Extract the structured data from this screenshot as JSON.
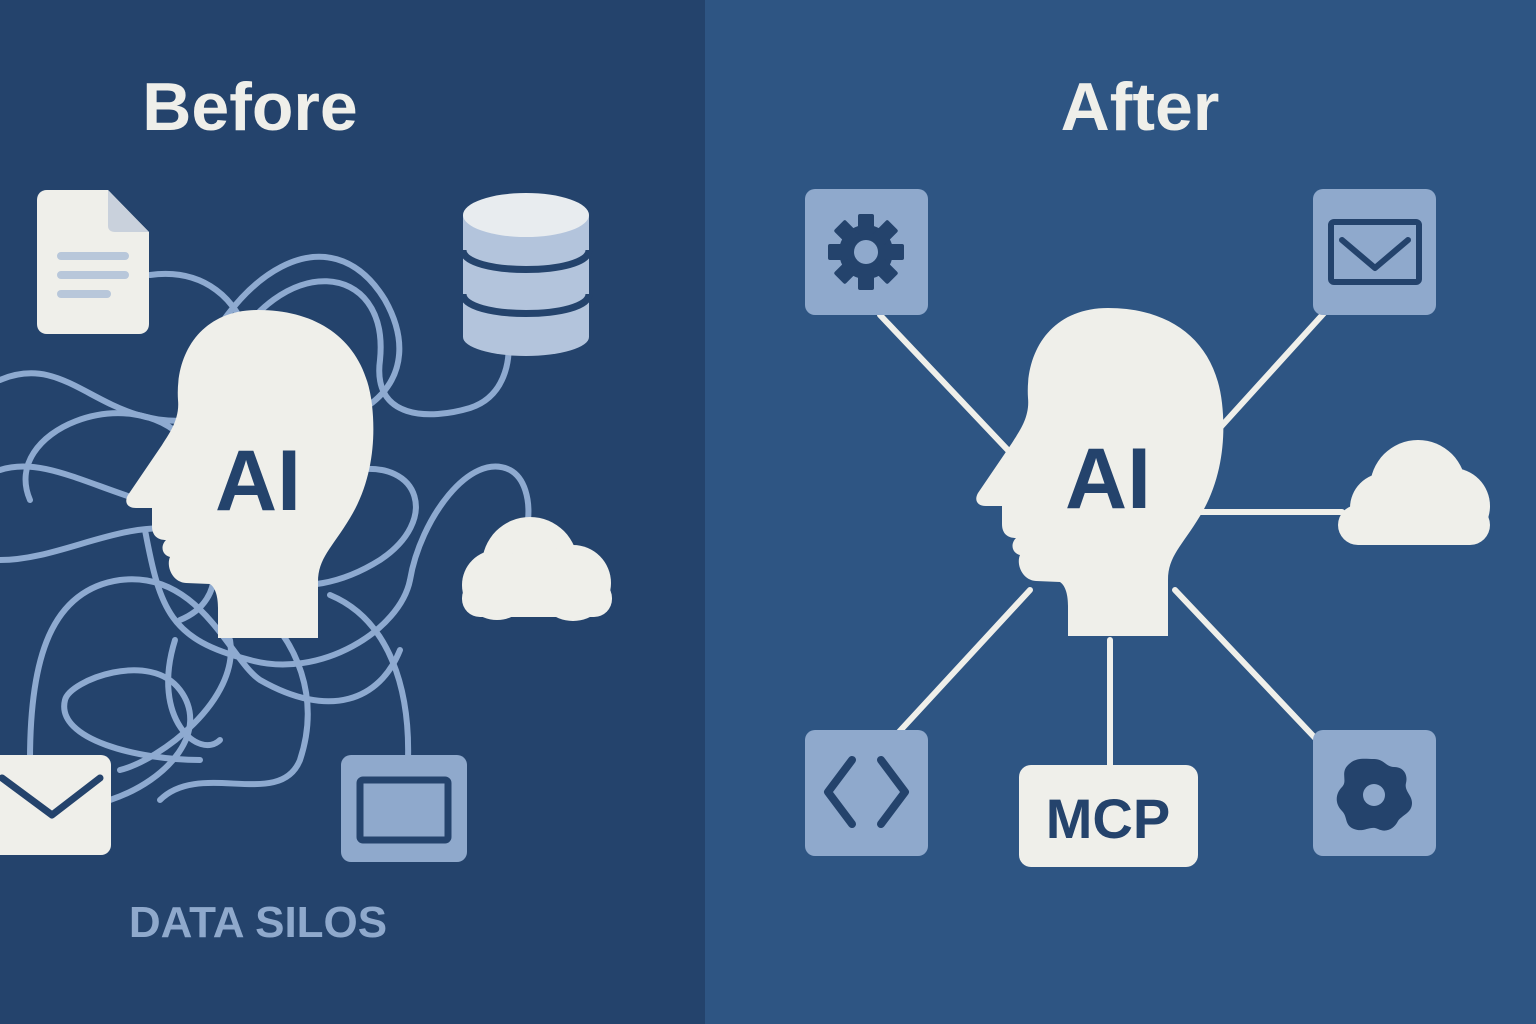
{
  "panels": {
    "before": {
      "title": "Before",
      "caption": "DATA SILOS",
      "hub_label": "AI"
    },
    "after": {
      "title": "After",
      "hub_label": "AI",
      "protocol_label": "MCP"
    }
  },
  "colors": {
    "left_bg": "#24436c",
    "right_bg": "#2e5583",
    "ink": "#efefea",
    "tile": "#8fa9cc",
    "wire": "#8eaad0",
    "caption": "#8fa9cc",
    "icon_dark": "#24436c"
  }
}
